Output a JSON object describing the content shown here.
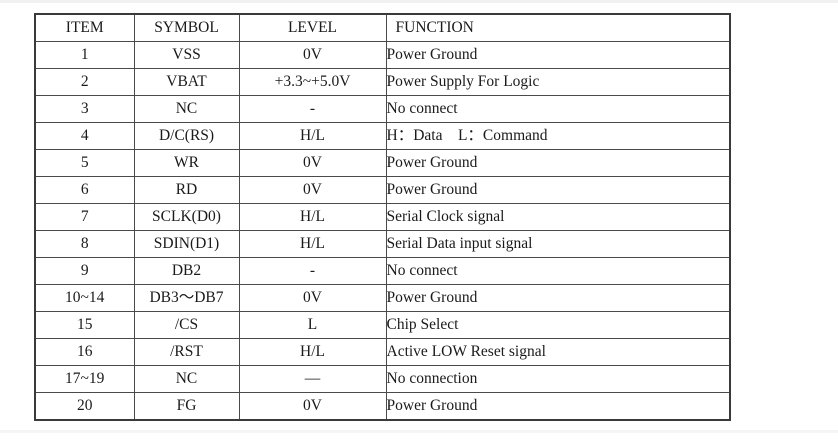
{
  "table": {
    "columns": [
      {
        "key": "item",
        "label": "ITEM",
        "align": "center"
      },
      {
        "key": "symbol",
        "label": "SYMBOL",
        "align": "center"
      },
      {
        "key": "level",
        "label": "LEVEL",
        "align": "center"
      },
      {
        "key": "function",
        "label": "FUNCTION",
        "align": "left"
      }
    ],
    "rows": [
      {
        "item": "1",
        "symbol": "VSS",
        "level": "0V",
        "function": "Power Ground"
      },
      {
        "item": "2",
        "symbol": "VBAT",
        "level": "+3.3~+5.0V",
        "function": "Power Supply For Logic"
      },
      {
        "item": "3",
        "symbol": "NC",
        "level": "-",
        "function": "No connect"
      },
      {
        "item": "4",
        "symbol": "D/C(RS)",
        "level": "H/L",
        "function": "H：Data　L：Command"
      },
      {
        "item": "5",
        "symbol": "WR",
        "level": "0V",
        "function": "Power Ground"
      },
      {
        "item": "6",
        "symbol": "RD",
        "level": "0V",
        "function": "Power Ground"
      },
      {
        "item": "7",
        "symbol": "SCLK(D0)",
        "level": "H/L",
        "function": "Serial Clock signal"
      },
      {
        "item": "8",
        "symbol": "SDIN(D1)",
        "level": "H/L",
        "function": "Serial Data input signal"
      },
      {
        "item": "9",
        "symbol": "DB2",
        "level": "-",
        "function": "No connect"
      },
      {
        "item": "10~14",
        "symbol": "DB3～DB7",
        "level": "0V",
        "function": "Power Ground"
      },
      {
        "item": "15",
        "symbol": "/CS",
        "level": "L",
        "function": "Chip Select"
      },
      {
        "item": "16",
        "symbol": "/RST",
        "level": "H/L",
        "function": "Active LOW Reset signal"
      },
      {
        "item": "17~19",
        "symbol": "NC",
        "level": "—",
        "function": "No connection"
      },
      {
        "item": "20",
        "symbol": "FG",
        "level": "0V",
        "function": "Power Ground"
      }
    ]
  },
  "style": {
    "page_background": "#ffffff",
    "text_color": "#1a1a1a",
    "outer_border_color": "#3a3a3c",
    "inner_border_color": "#4a4a4c"
  }
}
